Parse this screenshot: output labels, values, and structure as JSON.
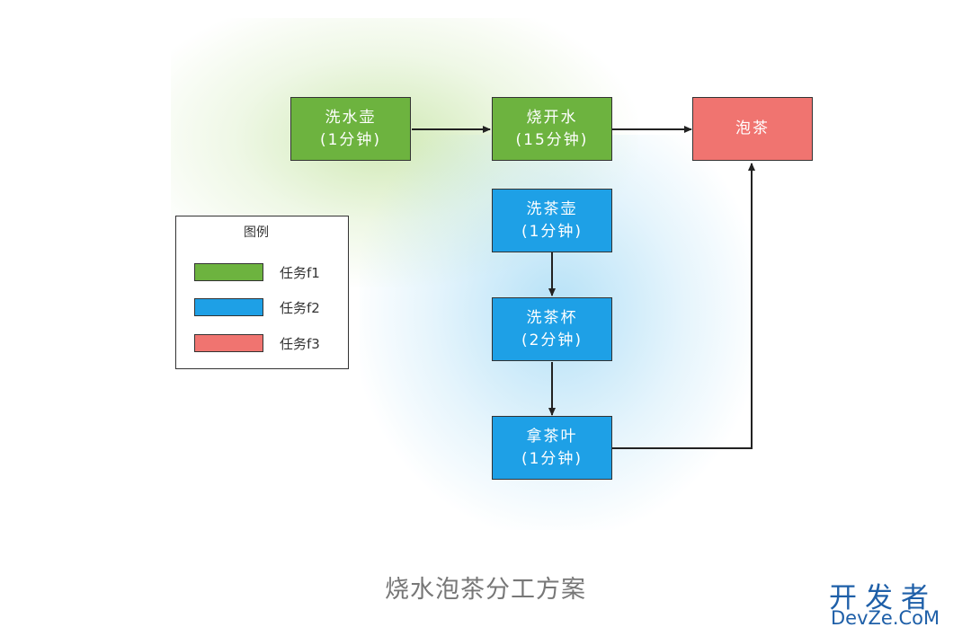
{
  "nodes": {
    "wash_kettle": {
      "line1": "洗水壶",
      "line2": "(1分钟)"
    },
    "boil_water": {
      "line1": "烧开水",
      "line2": "(15分钟)"
    },
    "brew_tea": {
      "line1": "泡茶"
    },
    "wash_teapot": {
      "line1": "洗茶壶",
      "line2": "(1分钟)"
    },
    "wash_cups": {
      "line1": "洗茶杯",
      "line2": "(2分钟)"
    },
    "get_tea": {
      "line1": "拿茶叶",
      "line2": "(1分钟)"
    }
  },
  "legend": {
    "title": "图例",
    "items": [
      {
        "label": "任务f1",
        "color": "#6db33f"
      },
      {
        "label": "任务f2",
        "color": "#1ea0e6"
      },
      {
        "label": "任务f3",
        "color": "#f07470"
      }
    ]
  },
  "caption": "烧水泡茶分工方案",
  "watermark": {
    "cn": "开发者",
    "en": "DevZe.CoM"
  }
}
